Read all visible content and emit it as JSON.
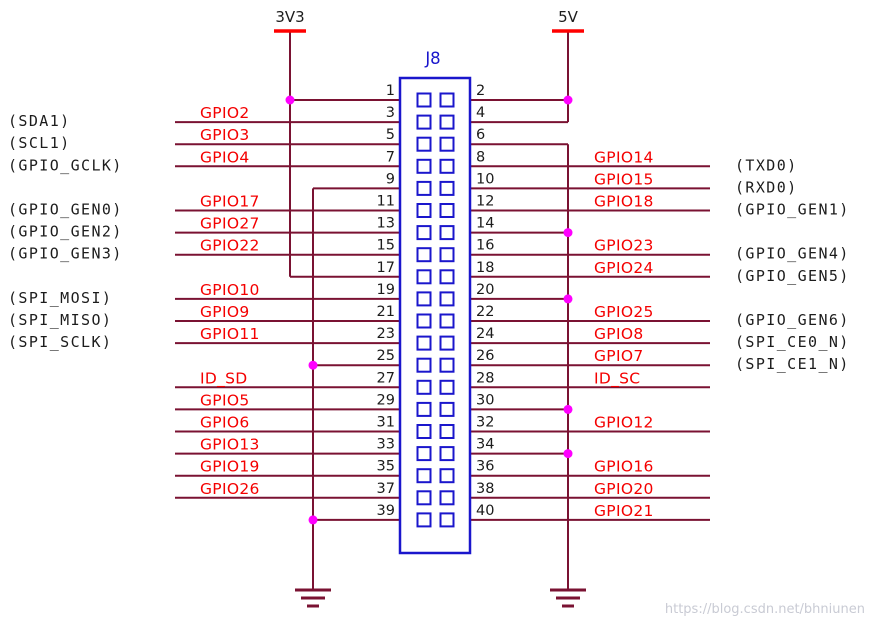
{
  "connector": {
    "designator": "J8"
  },
  "power_rails": {
    "left": "3V3",
    "right": "5V"
  },
  "watermark": "https://blog.csdn.net/bhniunen",
  "colors": {
    "wire": "#7a1232",
    "label_red": "#f40000",
    "pin_number": "#1c1c1c",
    "outer_label": "#1c1c1c",
    "connector_blue": "#1a16cc",
    "junction_dot": "#ff00ff",
    "power_symbol": "#ff0000",
    "watermark": "#c9cbd4"
  },
  "rows": [
    {
      "left_pin": "1",
      "right_pin": "2",
      "left_net": "3v3",
      "right_net": "5v"
    },
    {
      "left_pin": "3",
      "right_pin": "4",
      "left_net": "signal",
      "left_label": "GPIO2",
      "left_outer": "(SDA1)",
      "right_net": "5v"
    },
    {
      "left_pin": "5",
      "right_pin": "6",
      "left_net": "signal",
      "left_label": "GPIO3",
      "left_outer": "(SCL1)",
      "right_net": "gnd"
    },
    {
      "left_pin": "7",
      "right_pin": "8",
      "left_net": "signal",
      "left_label": "GPIO4",
      "left_outer": "(GPIO_GCLK)",
      "right_net": "signal",
      "right_label": "GPIO14",
      "right_outer": "(TXD0)"
    },
    {
      "left_pin": "9",
      "right_pin": "10",
      "left_net": "gnd",
      "right_net": "signal",
      "right_label": "GPIO15",
      "right_outer": "(RXD0)"
    },
    {
      "left_pin": "11",
      "right_pin": "12",
      "left_net": "signal",
      "left_label": "GPIO17",
      "left_outer": "(GPIO_GEN0)",
      "right_net": "signal",
      "right_label": "GPIO18",
      "right_outer": "(GPIO_GEN1)"
    },
    {
      "left_pin": "13",
      "right_pin": "14",
      "left_net": "signal",
      "left_label": "GPIO27",
      "left_outer": "(GPIO_GEN2)",
      "right_net": "gnd"
    },
    {
      "left_pin": "15",
      "right_pin": "16",
      "left_net": "signal",
      "left_label": "GPIO22",
      "left_outer": "(GPIO_GEN3)",
      "right_net": "signal",
      "right_label": "GPIO23",
      "right_outer": "(GPIO_GEN4)"
    },
    {
      "left_pin": "17",
      "right_pin": "18",
      "left_net": "3v3",
      "right_net": "signal",
      "right_label": "GPIO24",
      "right_outer": "(GPIO_GEN5)"
    },
    {
      "left_pin": "19",
      "right_pin": "20",
      "left_net": "signal",
      "left_label": "GPIO10",
      "left_outer": "(SPI_MOSI)",
      "right_net": "gnd"
    },
    {
      "left_pin": "21",
      "right_pin": "22",
      "left_net": "signal",
      "left_label": "GPIO9",
      "left_outer": "(SPI_MISO)",
      "right_net": "signal",
      "right_label": "GPIO25",
      "right_outer": "(GPIO_GEN6)"
    },
    {
      "left_pin": "23",
      "right_pin": "24",
      "left_net": "signal",
      "left_label": "GPIO11",
      "left_outer": "(SPI_SCLK)",
      "right_net": "signal",
      "right_label": "GPIO8",
      "right_outer": "(SPI_CE0_N)"
    },
    {
      "left_pin": "25",
      "right_pin": "26",
      "left_net": "gnd",
      "right_net": "signal",
      "right_label": "GPIO7",
      "right_outer": "(SPI_CE1_N)"
    },
    {
      "left_pin": "27",
      "right_pin": "28",
      "left_net": "signal",
      "left_label": "ID_SD",
      "right_net": "signal",
      "right_label": "ID_SC"
    },
    {
      "left_pin": "29",
      "right_pin": "30",
      "left_net": "signal",
      "left_label": "GPIO5",
      "right_net": "gnd"
    },
    {
      "left_pin": "31",
      "right_pin": "32",
      "left_net": "signal",
      "left_label": "GPIO6",
      "right_net": "signal",
      "right_label": "GPIO12"
    },
    {
      "left_pin": "33",
      "right_pin": "34",
      "left_net": "signal",
      "left_label": "GPIO13",
      "right_net": "gnd"
    },
    {
      "left_pin": "35",
      "right_pin": "36",
      "left_net": "signal",
      "left_label": "GPIO19",
      "right_net": "signal",
      "right_label": "GPIO16"
    },
    {
      "left_pin": "37",
      "right_pin": "38",
      "left_net": "signal",
      "left_label": "GPIO26",
      "right_net": "signal",
      "right_label": "GPIO20"
    },
    {
      "left_pin": "39",
      "right_pin": "40",
      "left_net": "gnd",
      "right_net": "signal",
      "right_label": "GPIO21"
    }
  ]
}
